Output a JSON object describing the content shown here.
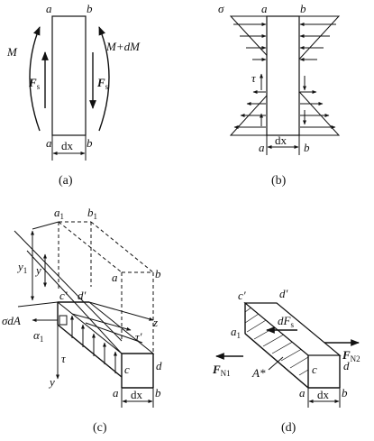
{
  "diagram_a": {
    "corner_top_left": "a",
    "corner_top_right": "b",
    "corner_bottom_left": "a",
    "corner_bottom_right": "b",
    "moment_left": "M",
    "moment_right": "M+dM",
    "shear_symbol": "F",
    "shear_sub": "s",
    "width_label": "dx",
    "caption": "(a)"
  },
  "diagram_b": {
    "sigma": "σ",
    "tau": "τ",
    "corner_top_left": "a",
    "corner_top_right": "b",
    "corner_bottom_left": "a",
    "corner_bottom_right": "b",
    "width_label": "dx",
    "caption": "(b)"
  },
  "diagram_c": {
    "a1": "a",
    "b1": "b",
    "sub1": "1",
    "b_right": "b",
    "a_mid": "a",
    "y1": "y",
    "y1_sub": "1",
    "y": "y",
    "c_prime": "c′",
    "d_prime": "d′",
    "sigma_dA": "σdA",
    "alpha1": "α",
    "alpha1_sub": "1",
    "z": "z",
    "tau1": "τ′",
    "tau2": "τ",
    "c": "c",
    "d": "d",
    "y_axis": "y",
    "a_bottom": "a",
    "b_bottom": "b",
    "width_label": "dx",
    "caption": "(c)"
  },
  "diagram_d": {
    "c_prime": "c′",
    "d_prime": "d′",
    "a1": "a",
    "a1_sub": "1",
    "dFs": "dF",
    "dFs_sub": "s",
    "FN1": "F",
    "FN1_sub": "N1",
    "FN2": "F",
    "FN2_sub": "N2",
    "A_star": "A*",
    "c": "c",
    "d": "d",
    "a_bottom": "a",
    "b_bottom": "b",
    "width_label": "dx",
    "caption": "(d)"
  }
}
